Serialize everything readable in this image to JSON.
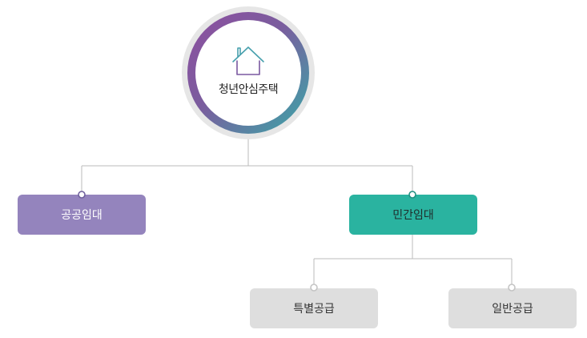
{
  "diagram": {
    "root": {
      "label": "청년안심주택",
      "icon": "house-icon"
    },
    "branches": [
      {
        "label": "공공임대",
        "color": "#9484bd"
      },
      {
        "label": "민간임대",
        "color": "#2ab3a0"
      }
    ],
    "sub_branches": [
      {
        "label": "특별공급",
        "color": "#dedede"
      },
      {
        "label": "일반공급",
        "color": "#dedede"
      }
    ],
    "colors": {
      "ring_start": "#8e4fa0",
      "ring_end": "#39a9a8",
      "outer_ring": "#e6e6e6",
      "connector": "#bbbbbb"
    }
  }
}
